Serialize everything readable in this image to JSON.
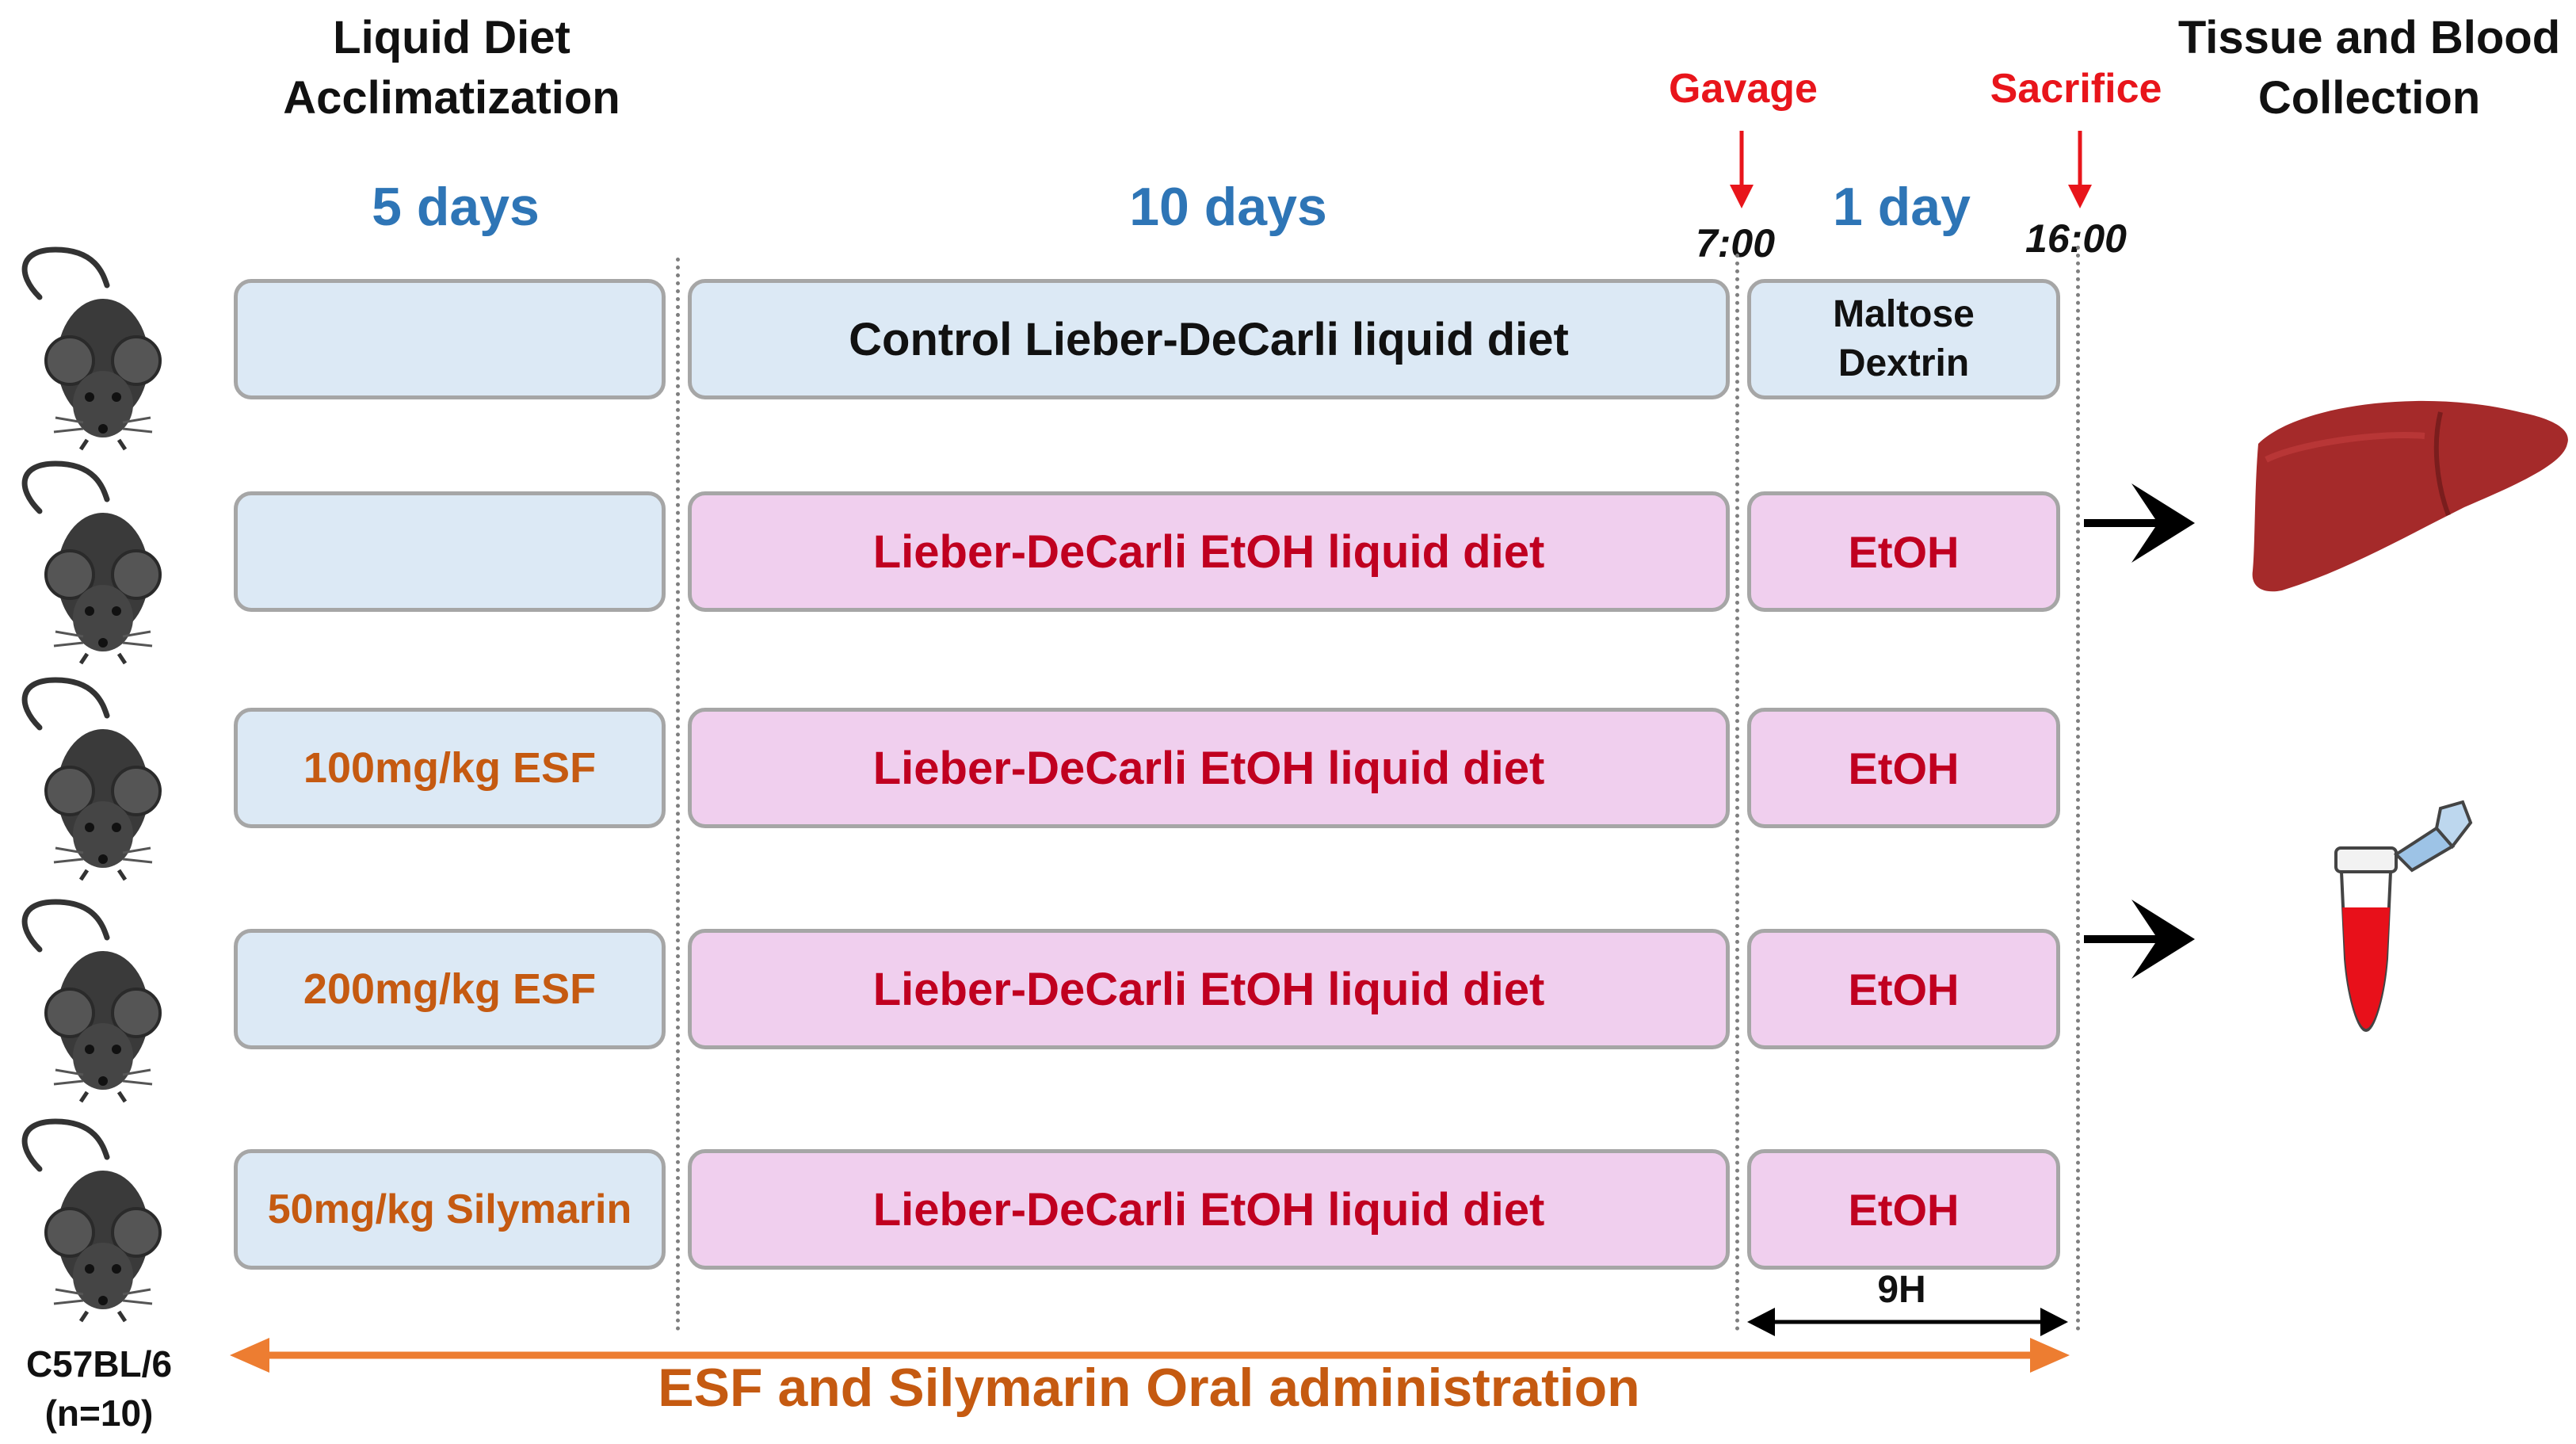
{
  "headers": {
    "acclimatization": [
      "Liquid Diet",
      "Acclimatization"
    ],
    "collection": [
      "Tissue and Blood",
      "Collection"
    ]
  },
  "periods": [
    "5 days",
    "10 days",
    "1 day"
  ],
  "events": {
    "gavage": "Gavage",
    "sacrifice": "Sacrifice"
  },
  "times": {
    "start": "7:00",
    "end": "16:00"
  },
  "rows": [
    {
      "pre": "",
      "pre_color": "orange",
      "main": "Control Lieber-DeCarli liquid diet",
      "main_style": "blue-black",
      "last": [
        "Maltose",
        "Dextrin"
      ],
      "last_style": "blue-black"
    },
    {
      "pre": "",
      "pre_color": "orange",
      "main": "Lieber-DeCarli EtOH liquid diet",
      "main_style": "pink-red",
      "last": [
        "EtOH"
      ],
      "last_style": "pink-red"
    },
    {
      "pre": "100mg/kg ESF",
      "pre_color": "orange",
      "main": "Lieber-DeCarli EtOH liquid diet",
      "main_style": "pink-red",
      "last": [
        "EtOH"
      ],
      "last_style": "pink-red"
    },
    {
      "pre": "200mg/kg ESF",
      "pre_color": "orange",
      "main": "Lieber-DeCarli EtOH liquid diet",
      "main_style": "pink-red",
      "last": [
        "EtOH"
      ],
      "last_style": "pink-red"
    },
    {
      "pre": "50mg/kg Silymarin",
      "pre_color": "orange",
      "main": "Lieber-DeCarli EtOH liquid diet",
      "main_style": "pink-red",
      "last": [
        "EtOH"
      ],
      "last_style": "pink-red"
    }
  ],
  "interval_label": "9H",
  "mouse_strain": [
    "C57BL/6",
    "(n=10)"
  ],
  "administration": "ESF and Silymarin Oral administration",
  "icons": {
    "mouse": "mouse-icon",
    "liver": "liver-icon",
    "blood_tube": "blood-tube-icon",
    "arrow": "right-arrow-icon"
  },
  "colors": {
    "period_blue": "#2e75b6",
    "event_red": "#e8151b",
    "box_blue": "#dce9f5",
    "box_pink": "#f0cfee",
    "text_red": "#c00020",
    "text_orange": "#c55a11",
    "admin_orange": "#ed7d31",
    "liver": "#a52a2a",
    "blood": "#e8101a"
  }
}
